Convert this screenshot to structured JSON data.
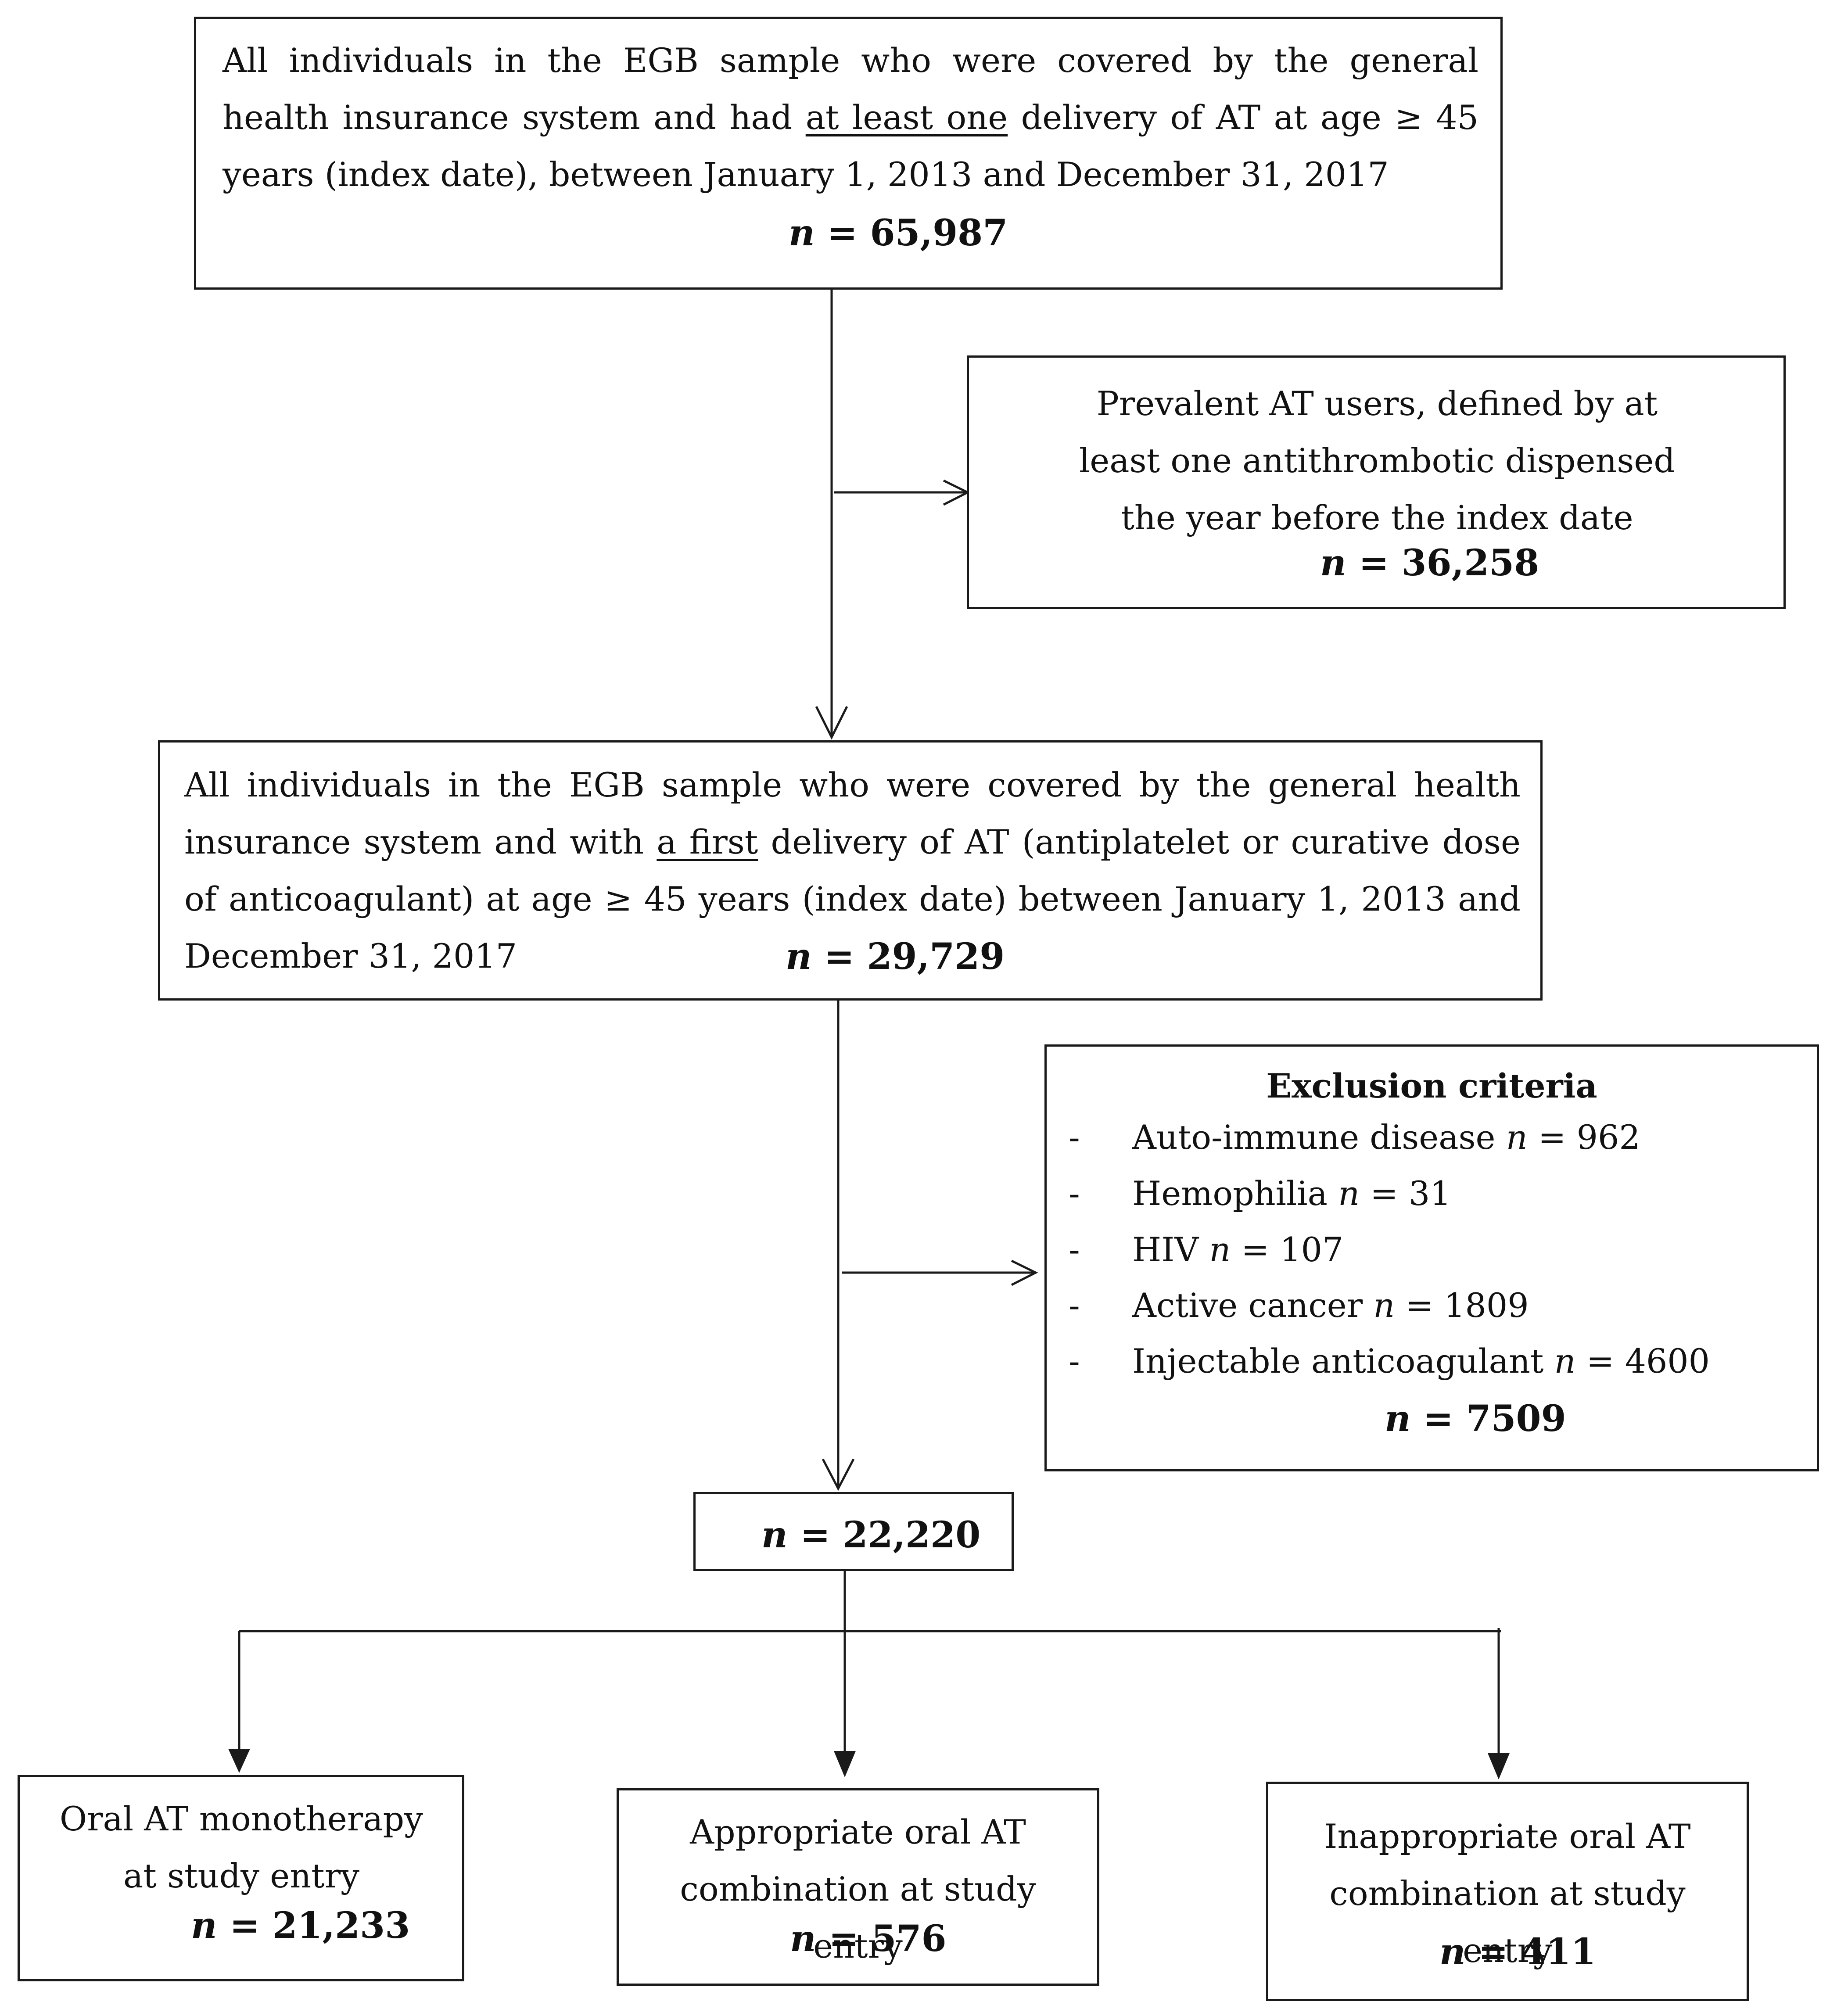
{
  "top": {
    "text_before": "All individuals in the EGB sample who were covered by the general health insurance system and had ",
    "text_underline": "at least one",
    "text_after": " delivery of AT at age ≥ 45 years (index date), between January 1, 2013 and December 31, 2017",
    "n_symbol": "n",
    "n_value": "= 65,987"
  },
  "prevalent": {
    "text": "Prevalent AT users, defined by at least one antithrombotic dispensed the year before the index date",
    "n_symbol": "n",
    "n_value": "= 36,258"
  },
  "second": {
    "text_before": "All individuals in the EGB sample who were covered by the general health insurance system and with ",
    "text_underline": "a first",
    "text_after": " delivery of AT (antiplatelet or curative dose of anticoagulant) at age ≥ 45 years (index date) between January 1, 2013 and December 31, 2017",
    "n_symbol": "n",
    "n_value": "= 29,729"
  },
  "exclusion": {
    "title": "Exclusion criteria",
    "bullet": "-",
    "items": [
      {
        "label": "Auto-immune disease",
        "n": "n",
        "value": "= 962"
      },
      {
        "label": "Hemophilia",
        "n": "n",
        "value": "= 31"
      },
      {
        "label": "HIV",
        "n": "n",
        "value": "= 107"
      },
      {
        "label": "Active cancer",
        "n": "n",
        "value": "= 1809"
      },
      {
        "label": "Injectable anticoagulant",
        "n": "n",
        "value": "= 4600"
      }
    ],
    "n_symbol": "n",
    "n_value": "= 7509"
  },
  "cohort": {
    "n_symbol": "n",
    "n_value": "= 22,220"
  },
  "outcomes": [
    {
      "text": "Oral AT monotherapy at study entry",
      "n_symbol": "n",
      "n_value": "= 21,233"
    },
    {
      "text": "Appropriate oral AT combination at study entry",
      "n_symbol": "n",
      "n_value": "= 576"
    },
    {
      "text": "Inappropriate oral AT combination at study entry",
      "n_symbol": "n",
      "n_value": "= 411"
    }
  ]
}
